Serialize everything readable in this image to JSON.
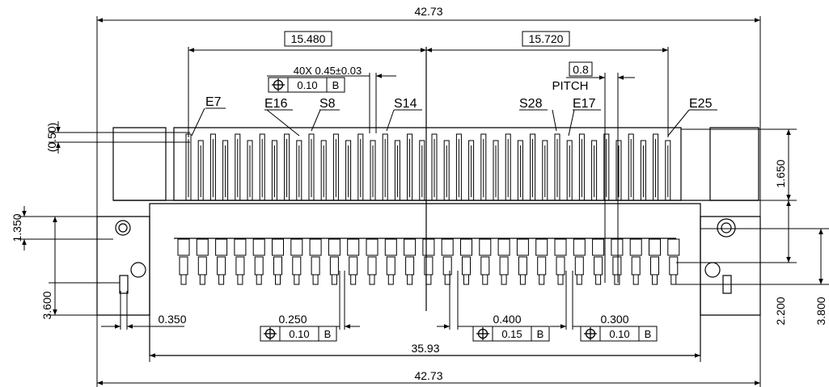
{
  "drawing": {
    "dims": {
      "overall_top": "42.73",
      "overall_bottom": "42.73",
      "inner_width": "35.93",
      "left_span": "15.480",
      "right_span": "15.720",
      "pitch_value": "0.8",
      "pitch_label": "PITCH",
      "pin_note": "40X 0.45±0.03",
      "offset_050": "(0.50)",
      "height_1650": "1.650",
      "height_1350": "1.350",
      "height_3600": "3.600",
      "height_2200": "2.200",
      "height_3800": "3.800",
      "gap_0350": "0.350",
      "gap_0250": "0.250",
      "gap_0400": "0.400",
      "gap_0300": "0.300"
    },
    "pin_labels": {
      "e7": "E7",
      "e16": "E16",
      "s8": "S8",
      "s14": "S14",
      "s28": "S28",
      "e17": "E17",
      "e25": "E25"
    },
    "tolerances": {
      "top_tol": "0.10",
      "top_datum": "B",
      "bottom_left_tol": "0.10",
      "bottom_left_datum": "B",
      "bottom_mid_tol": "0.15",
      "bottom_mid_datum": "B",
      "bottom_right_tol": "0.10",
      "bottom_right_datum": "B"
    },
    "symbols": {
      "position_symbol": "position-tolerance-icon"
    }
  }
}
